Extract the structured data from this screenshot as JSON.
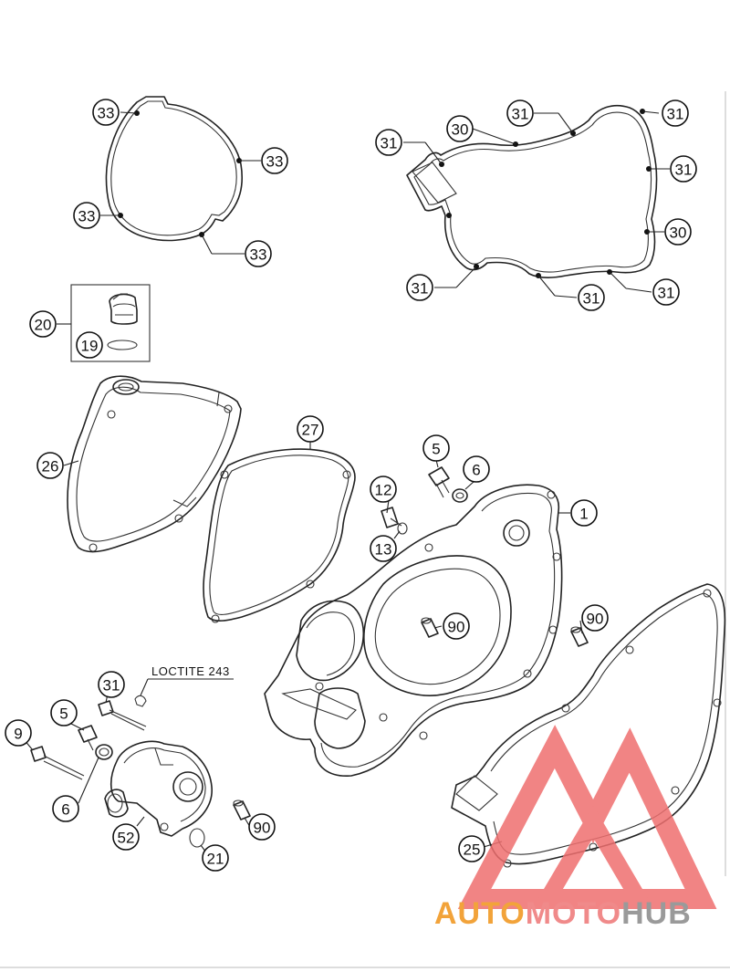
{
  "diagram": {
    "note": "LOCTITE 243",
    "callouts": [
      {
        "id": "c33a",
        "label": "33"
      },
      {
        "id": "c33b",
        "label": "33"
      },
      {
        "id": "c33c",
        "label": "33"
      },
      {
        "id": "c33d",
        "label": "33"
      },
      {
        "id": "c31a",
        "label": "31"
      },
      {
        "id": "c30a",
        "label": "30"
      },
      {
        "id": "c31b",
        "label": "31"
      },
      {
        "id": "c31c",
        "label": "31"
      },
      {
        "id": "c31d",
        "label": "31"
      },
      {
        "id": "c30b",
        "label": "30"
      },
      {
        "id": "c31e",
        "label": "31"
      },
      {
        "id": "c31f",
        "label": "31"
      },
      {
        "id": "c31g",
        "label": "31"
      },
      {
        "id": "c20",
        "label": "20"
      },
      {
        "id": "c19",
        "label": "19"
      },
      {
        "id": "c26",
        "label": "26"
      },
      {
        "id": "c27",
        "label": "27"
      },
      {
        "id": "c5a",
        "label": "5"
      },
      {
        "id": "c6a",
        "label": "6"
      },
      {
        "id": "c12",
        "label": "12"
      },
      {
        "id": "c13",
        "label": "13"
      },
      {
        "id": "c1",
        "label": "1"
      },
      {
        "id": "c90a",
        "label": "90"
      },
      {
        "id": "c90b",
        "label": "90"
      },
      {
        "id": "c31h",
        "label": "31"
      },
      {
        "id": "c5b",
        "label": "5"
      },
      {
        "id": "c9",
        "label": "9"
      },
      {
        "id": "c6b",
        "label": "6"
      },
      {
        "id": "c52",
        "label": "52"
      },
      {
        "id": "c90c",
        "label": "90"
      },
      {
        "id": "c21",
        "label": "21"
      },
      {
        "id": "c25",
        "label": "25"
      }
    ]
  },
  "watermark": {
    "word_part1": "AUTO",
    "word_part2": "MOTO",
    "word_part3": "HUB",
    "color_primary": "#f2a33a",
    "color_secondary": "#f08a8a",
    "color_tertiary": "#9a9a9a",
    "mark_color": "#ef6f6f"
  }
}
